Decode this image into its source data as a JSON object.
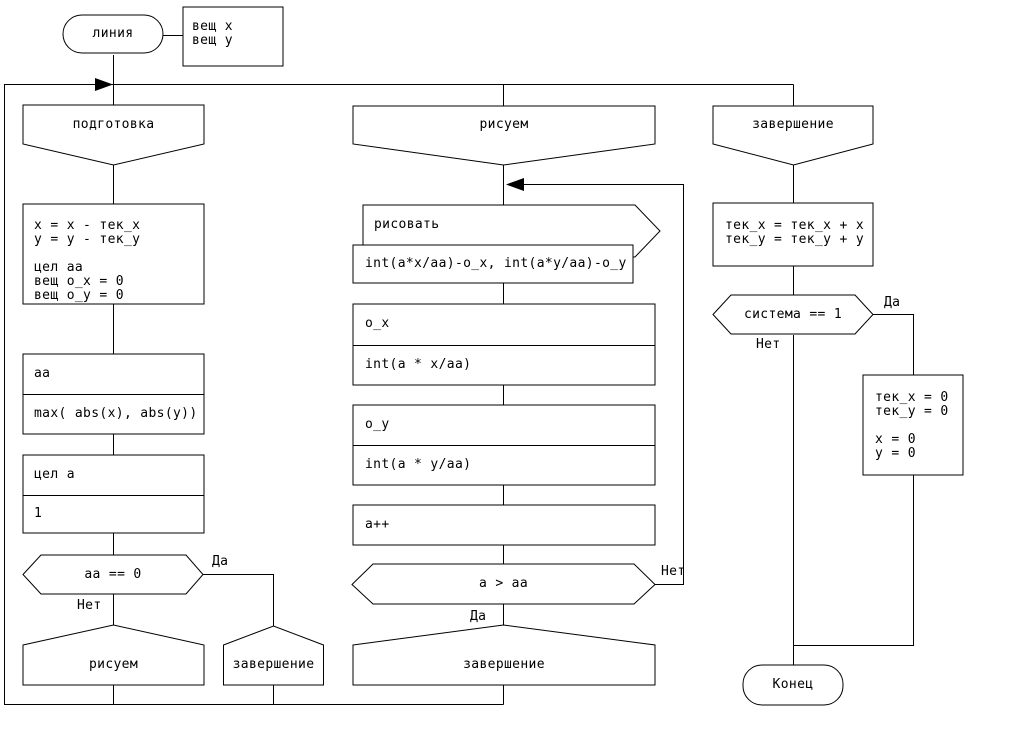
{
  "diagram": {
    "start": {
      "label": "линия",
      "params": "вещ x\nвещ y"
    },
    "prep": {
      "header": "подготовка",
      "init": "x = x - тек_x\ny = y - тек_y\n\nцел aa\nвещ o_x = 0\nвещ o_y = 0",
      "aa_name": "aa",
      "aa_value": "max( abs(x), abs(y))",
      "a_name": "цел a",
      "a_value": "1",
      "decision": "aa == 0",
      "yes_label": "Да",
      "no_label": "Нет",
      "call_draw": "рисуем",
      "call_finish": "завершение"
    },
    "draw": {
      "header": "рисуем",
      "call_name": "рисовать",
      "call_args": "int(a*x/aa)-o_x, int(a*y/aa)-o_y",
      "ox_name": "o_x",
      "ox_value": "int(a * x/aa)",
      "oy_name": "o_y",
      "oy_value": "int(a * y/aa)",
      "increment": "a++",
      "decision": "a > aa",
      "yes_label": "Да",
      "no_label": "Нет",
      "call_finish": "завершение"
    },
    "finish": {
      "header": "завершение",
      "update": "тек_x = тек_x + x\nтек_y = тек_y + y",
      "decision": "система == 1",
      "yes_label": "Да",
      "no_label": "Нет",
      "reset": "тек_x = 0\nтек_y = 0\n\nx = 0\ny = 0",
      "end_label": "Конец"
    }
  }
}
